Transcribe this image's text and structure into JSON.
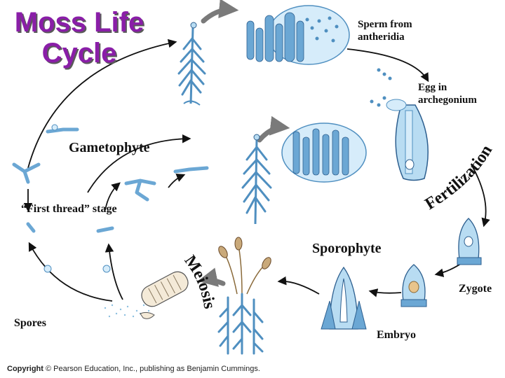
{
  "title": {
    "line1": "Moss Life",
    "line2": "Cycle"
  },
  "labels": {
    "sperm": [
      "Sperm from",
      "antheridia"
    ],
    "egg": [
      "Egg in",
      "archegonium"
    ],
    "gametophyte": "Gametophyte",
    "first_thread": "“First thread” stage",
    "sporophyte": "Sporophyte",
    "zygote": "Zygote",
    "spores": "Spores",
    "embryo": "Embryo",
    "fertilization": "Fertilization",
    "meiosis": "Meiosis"
  },
  "footer": {
    "copyright_word": "Copyright",
    "text": "© Pearson Education, Inc., publishing as Benjamin Cummings."
  },
  "colors": {
    "title": "#8a1ea8",
    "plant": "#4f8fc0",
    "plant_light": "#b8dcf2",
    "plant_dark": "#2d5f8f",
    "arrow": "#111111",
    "grey_arrow": "#7a7a7a"
  }
}
